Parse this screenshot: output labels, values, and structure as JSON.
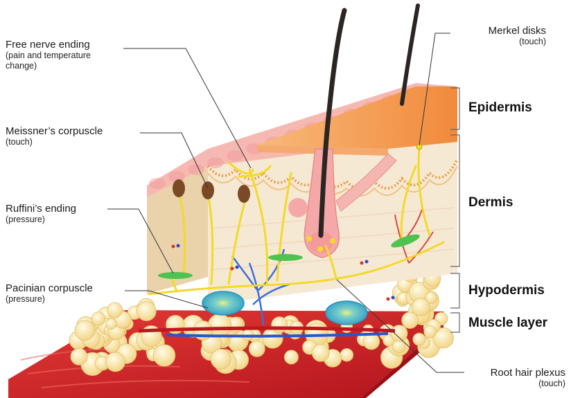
{
  "labels": {
    "free_nerve": {
      "title": "Free nerve ending",
      "sub1": "(pain and temperature",
      "sub2": "change)"
    },
    "meissner": {
      "title": "Meissner’s corpuscle",
      "sub": "(touch)"
    },
    "ruffini": {
      "title": "Ruffini’s ending",
      "sub": "(pressure)"
    },
    "pacinian": {
      "title": "Pacinian corpuscle",
      "sub": "(pressure)"
    },
    "merkel": {
      "title": "Merkel disks",
      "sub": "(touch)"
    },
    "root_hair": {
      "title": "Root hair plexus",
      "sub": "(touch)"
    }
  },
  "layers": {
    "epidermis": "Epidermis",
    "dermis": "Dermis",
    "hypodermis": "Hypodermis",
    "muscle": "Muscle layer"
  },
  "colors": {
    "epidermis_top": "#f59a54",
    "epidermis_pink": "#f6b6b0",
    "dermis": "#f4e6cf",
    "dermis_side": "#efd9b8",
    "nerve": "#f2d92a",
    "fat": "#f7df9a",
    "muscle": "#d8232a",
    "hair": "#2b2623"
  }
}
